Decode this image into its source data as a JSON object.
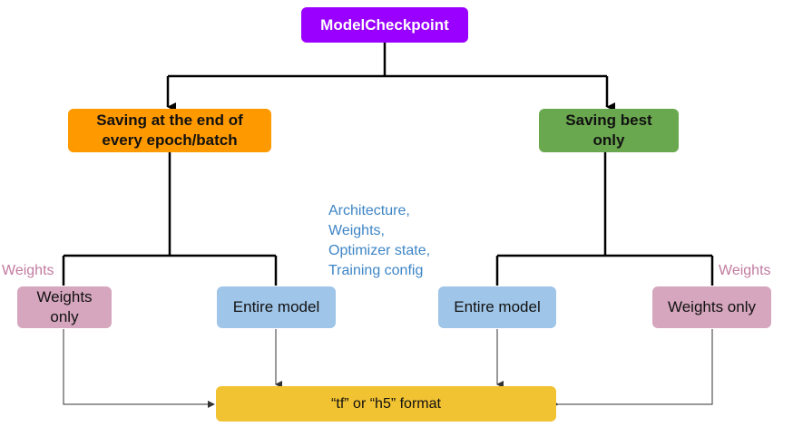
{
  "root": {
    "label": "ModelCheckpoint"
  },
  "branches": {
    "left": {
      "line1": "Saving at the end of",
      "line2": "every epoch/batch"
    },
    "right": {
      "line1": "Saving best",
      "line2": "only"
    }
  },
  "leaves": {
    "left_weights": {
      "line1": "Weights",
      "line2": "only"
    },
    "left_entire": {
      "label": "Entire model"
    },
    "right_entire": {
      "label": "Entire model"
    },
    "right_weights": {
      "label": "Weights only"
    }
  },
  "side_labels": {
    "left": "Weights",
    "right": "Weights"
  },
  "annotation": {
    "lines": [
      "Architecture,",
      "Weights,",
      "Optimizer state,",
      "Training config"
    ]
  },
  "format": {
    "label": "“tf”  or “h5” format"
  },
  "colors": {
    "root": "#9900ff",
    "left_branch": "#ff9900",
    "right_branch": "#6aa84f",
    "weights_leaf": "#d5a6bd",
    "entire_leaf": "#9fc5e8",
    "format": "#f1c232",
    "weights_label": "#c27ba0",
    "annotation": "#3d85c6"
  }
}
